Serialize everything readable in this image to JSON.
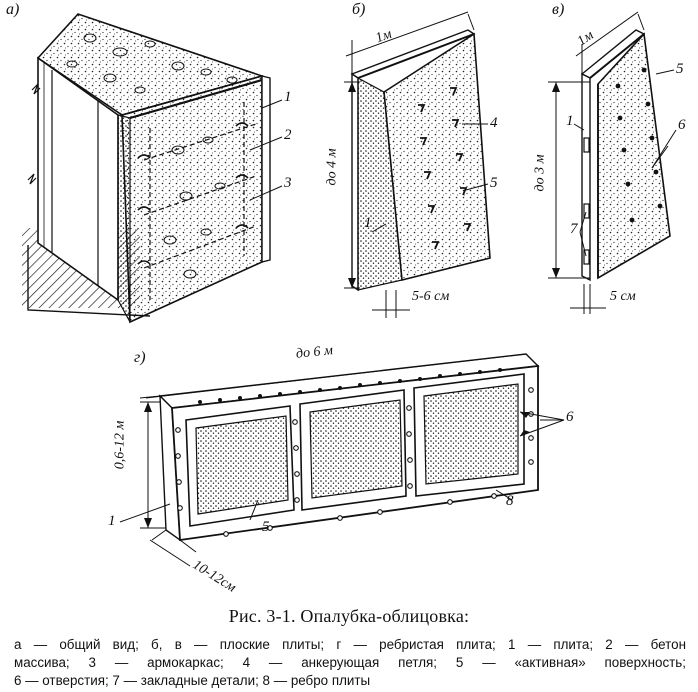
{
  "panels": {
    "a": "а)",
    "b": "б)",
    "v": "в)",
    "g": "г)"
  },
  "callouts": {
    "n1": "1",
    "n2": "2",
    "n3": "3",
    "n4": "4",
    "n5": "5",
    "n6": "6",
    "n7": "7",
    "n8": "8"
  },
  "dimensions": {
    "b_width": "1м",
    "b_height": "до 4 м",
    "b_thickness": "5-6 см",
    "v_width": "1м",
    "v_height": "до 3 м",
    "v_thickness": "5 см",
    "g_length": "до 6 м",
    "g_height": "0,6-12 м",
    "g_depth": "10-12см"
  },
  "caption": {
    "title": "Рис. 3-1. Опалубка-облицовка:",
    "line1": "а — общий вид; б, в — плоские плиты; г — ребристая плита; 1 — плита; 2 — бетон",
    "line2": "массива; 3 — армокаркас; 4 — анкерующая петля; 5 — «активная» поверхность;",
    "line3": "6 — отверстия; 7 — закладные детали; 8 — ребро плиты"
  }
}
